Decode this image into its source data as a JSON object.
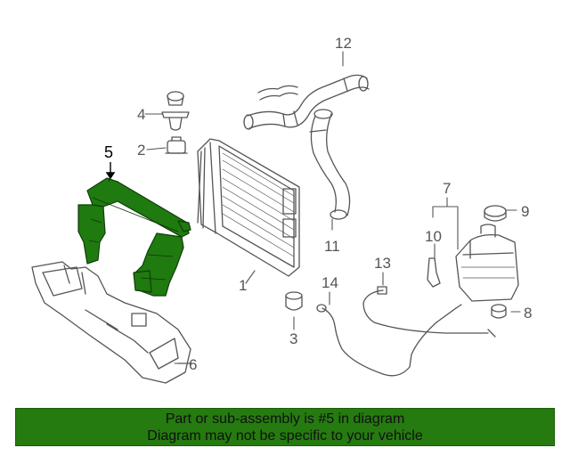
{
  "callouts": [
    {
      "key": "c1",
      "label": "1"
    },
    {
      "key": "c2",
      "label": "2"
    },
    {
      "key": "c3",
      "label": "3"
    },
    {
      "key": "c4",
      "label": "4"
    },
    {
      "key": "c5",
      "label": "5"
    },
    {
      "key": "c6",
      "label": "6"
    },
    {
      "key": "c7",
      "label": "7"
    },
    {
      "key": "c8",
      "label": "8"
    },
    {
      "key": "c9",
      "label": "9"
    },
    {
      "key": "c10",
      "label": "10"
    },
    {
      "key": "c11",
      "label": "11"
    },
    {
      "key": "c12",
      "label": "12"
    },
    {
      "key": "c13",
      "label": "13"
    },
    {
      "key": "c14",
      "label": "14"
    }
  ],
  "highlight_part": "5",
  "banner": {
    "line1": "Part or sub-assembly is #5 in diagram",
    "line2": "Diagram may not be specific to your vehicle"
  },
  "colors": {
    "highlight_part": "#1f7a10",
    "line_art": "#555555",
    "banner_bg": "#257a10"
  }
}
